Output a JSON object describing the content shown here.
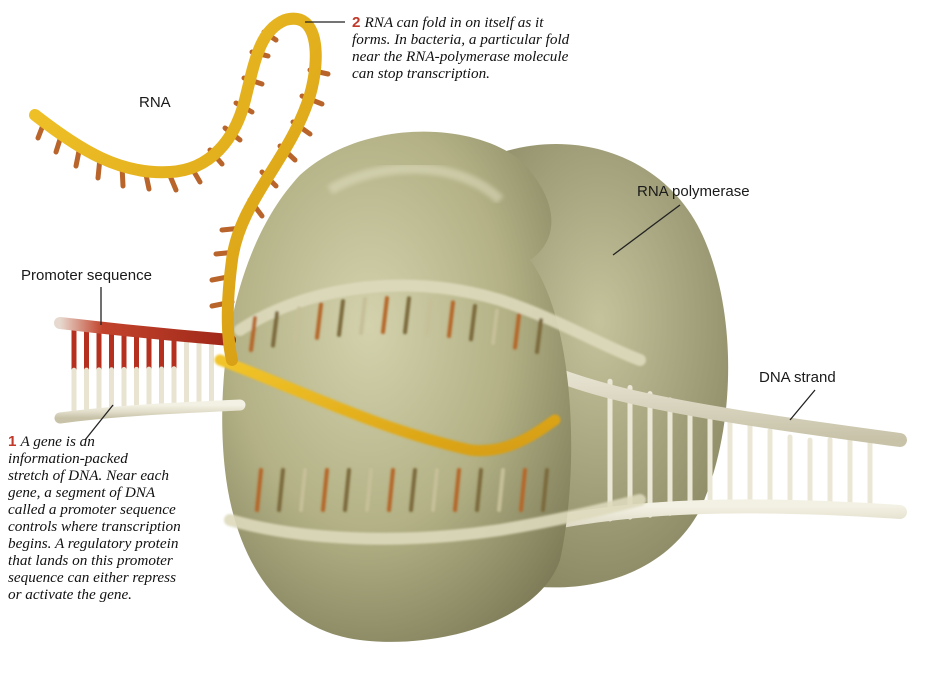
{
  "labels": {
    "rna": "RNA",
    "promoter": "Promoter sequence",
    "polymerase": "RNA polymerase",
    "dna": "DNA strand"
  },
  "note1": {
    "number": "1",
    "lines": [
      "A gene is an",
      "information-packed",
      "stretch of DNA. Near each",
      "gene, a segment of DNA",
      "called a promoter sequence",
      "controls where transcription",
      "begins. A regulatory protein",
      "that lands on this promoter",
      "sequence can either repress",
      "or activate the gene."
    ]
  },
  "note2": {
    "number": "2",
    "lines": [
      "RNA can fold in on itself as it",
      "forms. In bacteria, a particular fold",
      "near the RNA-polymerase molecule",
      "can stop transcription."
    ]
  },
  "colors": {
    "rna": "#e8b21a",
    "promoter": "#b5301f",
    "polymerase": "#b6b486",
    "dna_backbone": "#e6e2cf",
    "number_accent": "#c0392b"
  }
}
